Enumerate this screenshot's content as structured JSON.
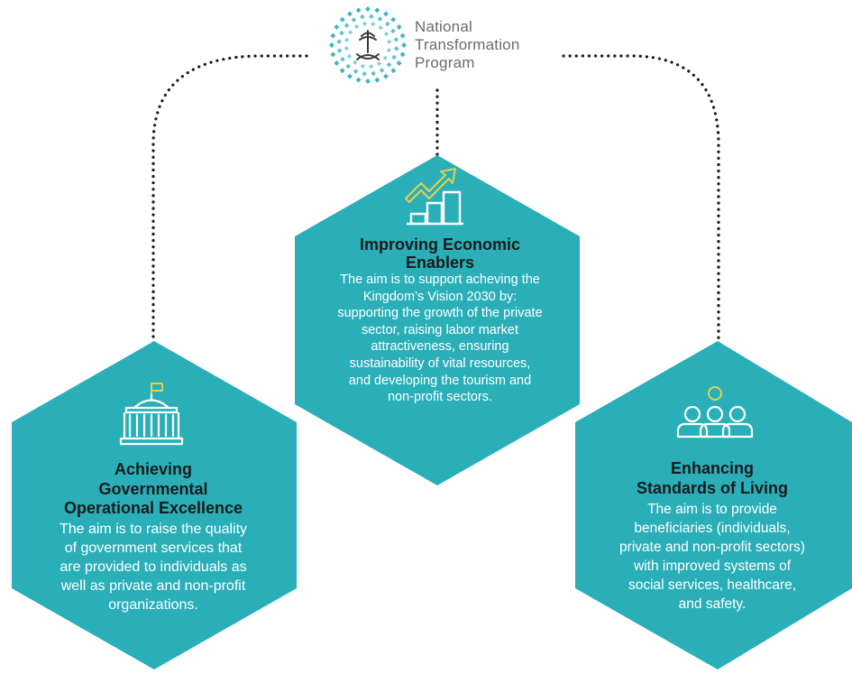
{
  "header": {
    "logo_lines": [
      "National",
      "Transformation",
      "Program"
    ]
  },
  "colors": {
    "hex_fill": "#2AAFB9",
    "icon_stroke": "#ffffff",
    "icon_accent": "#E3D24A",
    "connector": "#1a1a1a",
    "logo_teal": "#2AAFB9"
  },
  "pillars": [
    {
      "id": "center",
      "icon": "growth-chart-icon",
      "title_lines": [
        "Improving Economic",
        "Enablers"
      ],
      "body_lines": [
        "The aim is to support acheving the",
        "Kingdom’s Vision 2030 by:",
        "supporting the growth of the private",
        "sector, raising labor market",
        "attractiveness, ensuring",
        "sustainability of vital resources,",
        "and developing the tourism and",
        "non-profit sectors."
      ]
    },
    {
      "id": "left",
      "icon": "government-building-icon",
      "title_lines": [
        "Achieving",
        "Governmental",
        "Operational Excellence"
      ],
      "body_lines": [
        "The aim is to raise the quality",
        "of government services that",
        "are provided to individuals as",
        "well as private and non-profit",
        "organizations."
      ]
    },
    {
      "id": "right",
      "icon": "people-group-icon",
      "title_lines": [
        "Enhancing",
        "Standards of Living"
      ],
      "body_lines": [
        "The aim is to provide",
        "beneficiaries (individuals,",
        "private and non-profit sectors)",
        "with improved systems of",
        "social services, healthcare,",
        "and safety."
      ]
    }
  ]
}
